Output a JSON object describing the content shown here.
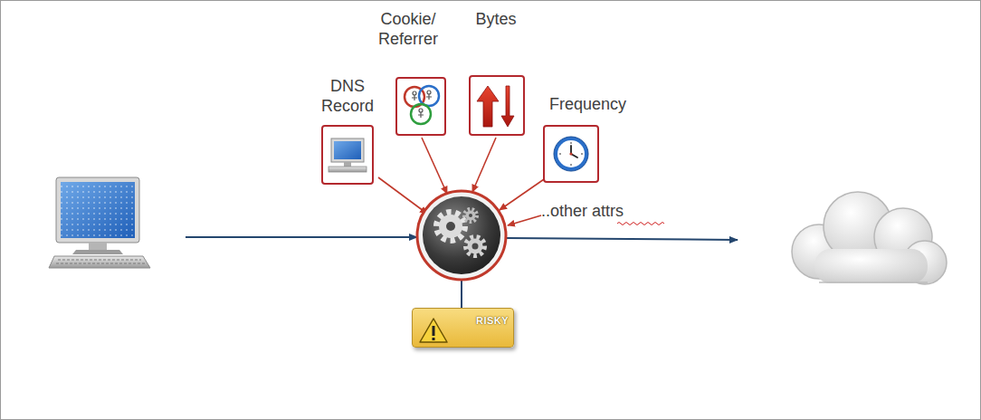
{
  "diagram": {
    "nodes": [
      {
        "text": [
          "DNS Record"
        ]
      },
      {
        "text": [
          "Cookie/ Referrer"
        ]
      },
      {
        "text": [
          "Bytes"
        ]
      },
      {
        "text": [
          "Frequency"
        ]
      },
      {
        "text": [
          "RISKY"
        ]
      }
    ],
    "labels": [
      "..other attrs"
    ]
  }
}
